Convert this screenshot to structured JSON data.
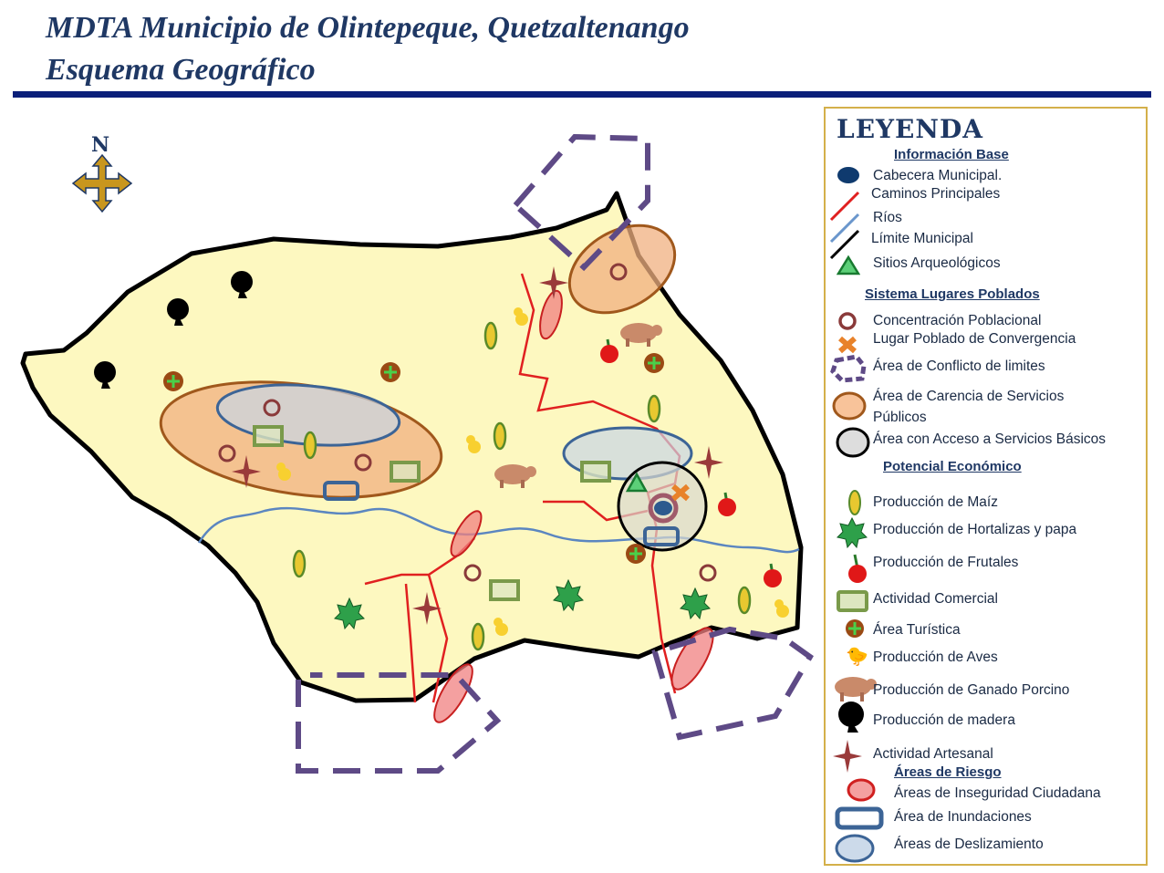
{
  "header": {
    "title_line1": "MDTA  Municipio de Olintepeque, Quetzaltenango",
    "title_line2": "Esquema Geográfico"
  },
  "north_arrow": {
    "label": "N"
  },
  "legend": {
    "title": "LEYENDA",
    "sections": {
      "base": "Información Base",
      "poblados": "Sistema Lugares Poblados",
      "economico": "Potencial Económico",
      "riesgo": "Áreas de Riesgo"
    },
    "items": {
      "cabecera": "Cabecera Municipal.",
      "caminos": "Caminos Principales",
      "rios": "Ríos",
      "limite": "Límite Municipal",
      "sitios": "Sitios Arqueológicos",
      "concentracion": "Concentración Poblacional",
      "convergencia": "Lugar Poblado de Convergencia",
      "conflicto": "Área de Conflicto de limites",
      "carencia": "Área de Carencia de Servicios Públicos",
      "acceso": "Área con Acceso a Servicios Básicos",
      "maiz": "Producción de Maíz",
      "hortalizas": "Producción de Hortalizas y papa",
      "frutales": "Producción de Frutales",
      "comercial": "Actividad Comercial",
      "turistica": "Área Turística",
      "aves": "Producción de Aves",
      "porcino": "Producción de Ganado Porcino",
      "madera": "Producción de madera",
      "artesanal": "Actividad Artesanal",
      "inseguridad": "Áreas de Inseguridad Ciudadana",
      "inundaciones": "Área de Inundaciones",
      "deslizamiento": "Áreas de Deslizamiento"
    }
  },
  "colors": {
    "title": "#1f3864",
    "rule": "#0b1f7a",
    "municipio_fill": "#fdf8c0",
    "road": "#e02020",
    "river": "#5b86c0",
    "boundary": "#000000",
    "conflict": "#5e4a86",
    "carencia": "#f0b080",
    "inseguridad": "#f08080"
  }
}
